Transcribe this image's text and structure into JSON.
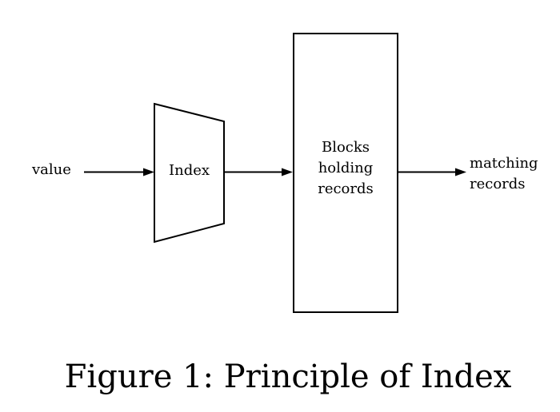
{
  "colors": {
    "ink": "#000000",
    "background": "#ffffff"
  },
  "diagram": {
    "value_label": "value",
    "index_label": "Index",
    "blocks_label": "Blocks\nholding\nrecords",
    "matching_label": "matching\nrecords"
  },
  "caption": "Figure 1: Principle of Index"
}
